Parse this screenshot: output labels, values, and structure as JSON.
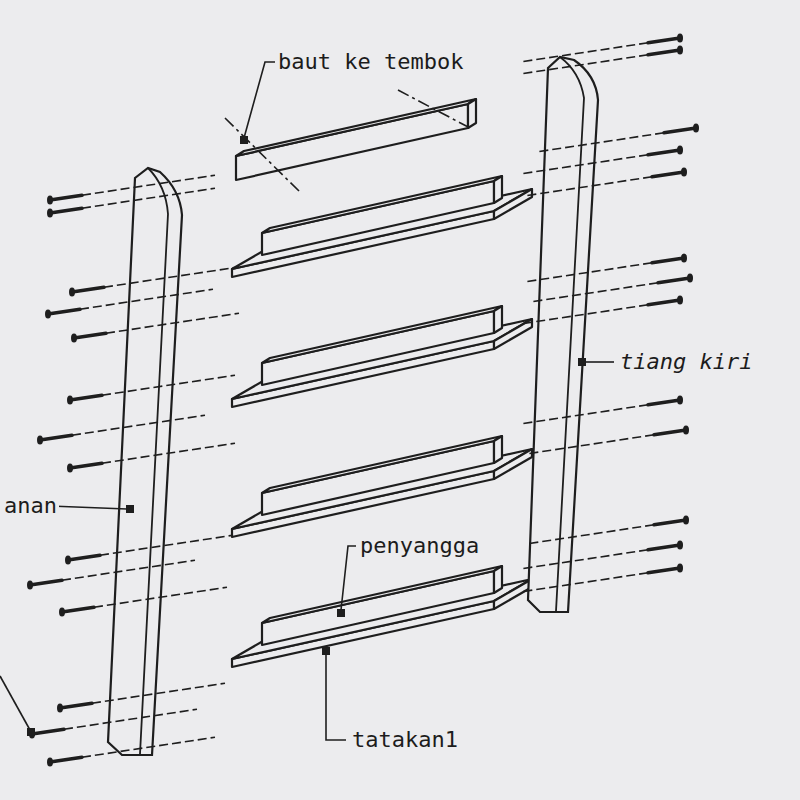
{
  "diagram": {
    "labels": [
      "baut ke tembok",
      "tiang kiri",
      "anan",
      "penyangga",
      "tatakan1"
    ]
  }
}
